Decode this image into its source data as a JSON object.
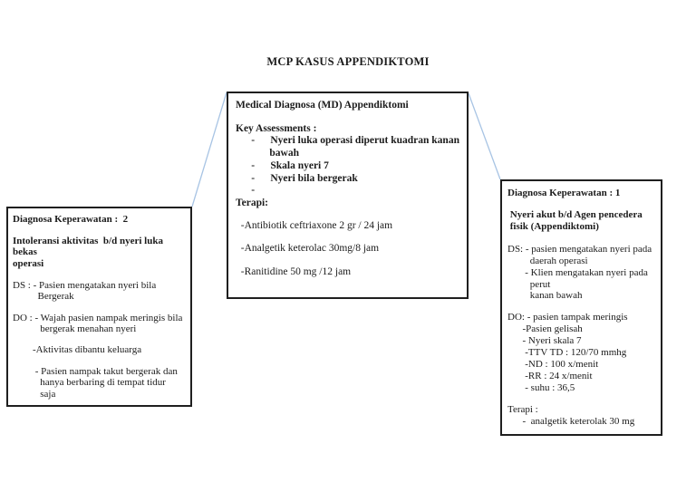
{
  "page": {
    "title": "MCP KASUS APPENDIKTOMI"
  },
  "connector_color": "#a8c4e4",
  "center_box": {
    "title": "Medical Diagnosa (MD) Appendiktomi",
    "key_assessments_label": "Key Assessments :",
    "assessment_lines": [
      "      -      Nyeri luka operasi diperut kuadran kanan",
      "             bawah",
      "      -      Skala nyeri 7",
      "      -      Nyeri bila bergerak",
      "      -"
    ],
    "terapi_label": "Terapi:",
    "therapy_lines": [
      "",
      "  -Antibiotik ceftriaxone 2 gr / 24 jam",
      "",
      "  -Analgetik keterolac 30mg/8 jam",
      "",
      "  -Ranitidine 50 mg /12 jam"
    ]
  },
  "left_box": {
    "title": "Diagnosa Keperawatan :  2",
    "subtitle_lines": [
      "Intoleransi aktivitas  b/d nyeri luka bekas",
      "operasi"
    ],
    "body_lines": [
      "DS : - Pasien mengatakan nyeri bila",
      "          Bergerak",
      "",
      "DO : - Wajah pasien nampak meringis bila",
      "           bergerak menahan nyeri",
      "",
      "        -Aktivitas dibantu keluarga",
      "",
      "         - Pasien nampak takut bergerak dan",
      "           hanya berbaring di tempat tidur",
      "           saja"
    ]
  },
  "right_box": {
    "title": "Diagnosa Keperawatan : 1",
    "subtitle_lines": [
      " Nyeri akut b/d Agen pencedera",
      " fisik (Appendiktomi)"
    ],
    "body_lines": [
      "DS: - pasien mengatakan nyeri pada",
      "         daerah operasi",
      "       - Klien mengatakan nyeri pada",
      "         perut",
      "         kanan bawah",
      "",
      "DO: - pasien tampak meringis",
      "      -Pasien gelisah",
      "      - Nyeri skala 7",
      "       -TTV TD : 120/70 mmhg",
      "       -ND : 100 x/menit",
      "       -RR : 24 x/menit",
      "       - suhu : 36,5",
      "",
      "Terapi :",
      "      -  analgetik keterolak 30 mg"
    ]
  }
}
